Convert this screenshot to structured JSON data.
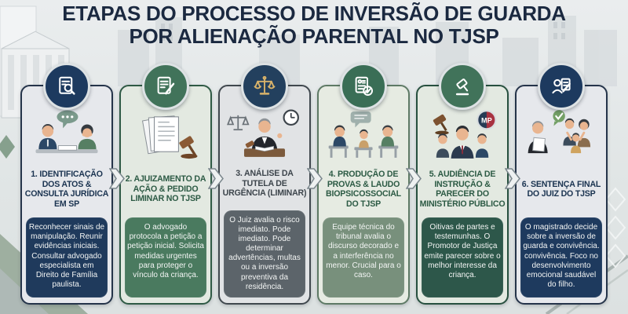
{
  "header": {
    "line1": "ETAPAS DO PROCESSO DE INVERSÃO DE GUARDA",
    "line2": "POR ALIENAÇÃO PARENTAL NO TJSP",
    "color": "#1b2940"
  },
  "steps": [
    {
      "icon": "document-search-icon",
      "illustration": "lawyer-consultation-scene",
      "title": "1. IDENTIFICAÇÃO DOS ATOS & CONSULTA JURÍDICA EM SP",
      "body": "Reconhecer sinais de manipulação. Reunir evidências iniciais. Consultar advogado especialista em Direito de Família paulista.",
      "colors": {
        "title_text": "#1a3350",
        "body_box": "#1f3a5c",
        "border": "#25344a",
        "circle_bg": "#1d3a5f",
        "card_bg": "#e6e8ec"
      }
    },
    {
      "icon": "document-pencil-icon",
      "illustration": "petition-gavel-scene",
      "title": "2. AJUIZAMENTO DA AÇÃO & PEDIDO LIMINAR NO TJSP",
      "body": "O advogado protocola a petição a petição inicial. Solicita medidas urgentes para proteger o vínculo da criança.",
      "colors": {
        "title_text": "#2c5a44",
        "body_box": "#4a7a5f",
        "border": "#2f5a45",
        "circle_bg": "#41735a",
        "card_bg": "#e3e9e1"
      }
    },
    {
      "icon": "scales-icon",
      "illustration": "judge-urgency-scene",
      "title": "3. ANÁLISE DA TUTELA DE URGÊNCIA (LIMINAR)",
      "body": "O Juiz avalia o risco imediato. Pode imediato. Pode determinar advertências, multas ou a inversão preventiva da residência.",
      "colors": {
        "title_text": "#3d454c",
        "body_box": "#5c646a",
        "border": "#40484e",
        "circle_bg": "#23405e",
        "card_bg": "#e1e3e5"
      }
    },
    {
      "icon": "report-check-icon",
      "illustration": "psychosocial-interview-scene",
      "title": "4. PRODUÇÃO DE PROVAS & LAUDO BIOPSICOSSOCIAL DO TJSP",
      "body": "Equipe técnica do tribunal avalia o discurso decorado e a interferência no menor. Crucial para o caso.",
      "colors": {
        "title_text": "#2c5a44",
        "body_box": "#78907c",
        "border": "#5e7a65",
        "circle_bg": "#3a6e56",
        "card_bg": "#e6ebe2"
      }
    },
    {
      "icon": "gavel-icon",
      "illustration": "hearing-prosecutor-scene",
      "badge": "MP",
      "title": "5. AUDIÊNCIA DE INSTRUÇÃO & PARECER DO MINISTÉRIO PÚBLICO",
      "body": "Oitivas de partes e testemunhas. O Promotor de Justiça emite parecer sobre o melhor interesse da criança.",
      "colors": {
        "title_text": "#2c5a44",
        "body_box": "#2d574a",
        "border": "#27503f",
        "circle_bg": "#41735a",
        "card_bg": "#e3e9e1"
      }
    },
    {
      "icon": "person-document-pen-icon",
      "illustration": "final-sentence-family-scene",
      "title": "6. SENTENÇA FINAL DO JUIZ DO TJSP",
      "body": "O magistrado decide sobre a inversão de guarda e convivência. convivência. Foco no desenvolvimento emocional saudável do filho.",
      "colors": {
        "title_text": "#1a3350",
        "body_box": "#1e3a5e",
        "border": "#25344a",
        "circle_bg": "#1d3a5f",
        "card_bg": "#e6e8ec"
      }
    }
  ]
}
